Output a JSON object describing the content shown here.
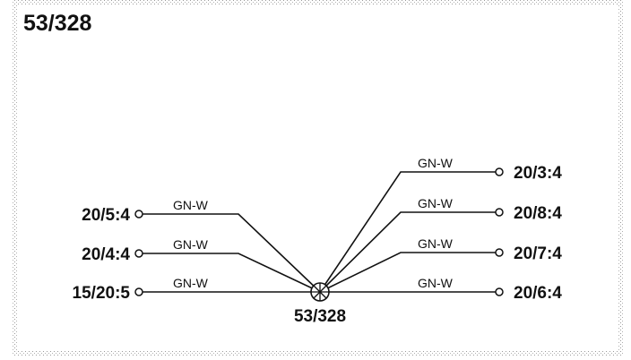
{
  "diagram": {
    "title": "53/328",
    "splice": {
      "label": "53/328"
    },
    "left_wires": [
      {
        "terminal": "20/5:4",
        "color": "GN-W"
      },
      {
        "terminal": "20/4:4",
        "color": "GN-W"
      },
      {
        "terminal": "15/20:5",
        "color": "GN-W"
      }
    ],
    "right_wires": [
      {
        "terminal": "20/3:4",
        "color": "GN-W"
      },
      {
        "terminal": "20/8:4",
        "color": "GN-W"
      },
      {
        "terminal": "20/7:4",
        "color": "GN-W"
      },
      {
        "terminal": "20/6:4",
        "color": "GN-W"
      }
    ]
  }
}
